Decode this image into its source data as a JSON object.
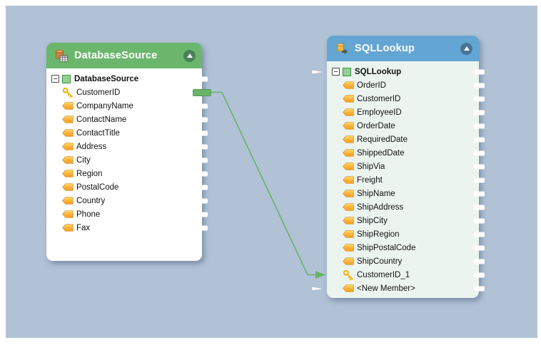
{
  "canvas": {
    "background_color": "#b1c2d6",
    "frame_color": "#ffffff"
  },
  "connection": {
    "from_node": "DatabaseSource",
    "from_field": "CustomerID",
    "to_node": "SQLLookup",
    "to_field": "CustomerID_1",
    "color": "#67b368"
  },
  "nodes": [
    {
      "id": "database-source",
      "title": "DatabaseSource",
      "root_label": "DatabaseSource",
      "header_color": "#6bb66d",
      "body_color": "#ffffff",
      "header_icon": "database-table-icon",
      "expander": "minus",
      "collapse_button": "triangle-up",
      "root_input_arrow": false,
      "fields": [
        {
          "name": "CustomerID",
          "icon": "key",
          "connected_output": true
        },
        {
          "name": "CompanyName",
          "icon": "tag"
        },
        {
          "name": "ContactName",
          "icon": "tag"
        },
        {
          "name": "ContactTitle",
          "icon": "tag"
        },
        {
          "name": "Address",
          "icon": "tag"
        },
        {
          "name": "City",
          "icon": "tag"
        },
        {
          "name": "Region",
          "icon": "tag"
        },
        {
          "name": "PostalCode",
          "icon": "tag"
        },
        {
          "name": "Country",
          "icon": "tag"
        },
        {
          "name": "Phone",
          "icon": "tag"
        },
        {
          "name": "Fax",
          "icon": "tag"
        }
      ]
    },
    {
      "id": "sql-lookup",
      "title": "SQLLookup",
      "root_label": "SQLLookup",
      "header_color": "#63a5d3",
      "body_color": "#ecf4f0",
      "header_icon": "database-lookup-icon",
      "expander": "minus",
      "collapse_button": "triangle-up",
      "root_input_arrow": true,
      "fields": [
        {
          "name": "OrderID",
          "icon": "tag"
        },
        {
          "name": "CustomerID",
          "icon": "tag"
        },
        {
          "name": "EmployeeID",
          "icon": "tag"
        },
        {
          "name": "OrderDate",
          "icon": "tag"
        },
        {
          "name": "RequiredDate",
          "icon": "tag"
        },
        {
          "name": "ShippedDate",
          "icon": "tag"
        },
        {
          "name": "ShipVia",
          "icon": "tag"
        },
        {
          "name": "Freight",
          "icon": "tag"
        },
        {
          "name": "ShipName",
          "icon": "tag"
        },
        {
          "name": "ShipAddress",
          "icon": "tag"
        },
        {
          "name": "ShipCity",
          "icon": "tag"
        },
        {
          "name": "ShipRegion",
          "icon": "tag"
        },
        {
          "name": "ShipPostalCode",
          "icon": "tag"
        },
        {
          "name": "ShipCountry",
          "icon": "tag"
        },
        {
          "name": "CustomerID_1",
          "icon": "key",
          "connection_target": true
        },
        {
          "name": "<New Member>",
          "icon": "tag",
          "input_arrow": true
        }
      ]
    }
  ]
}
